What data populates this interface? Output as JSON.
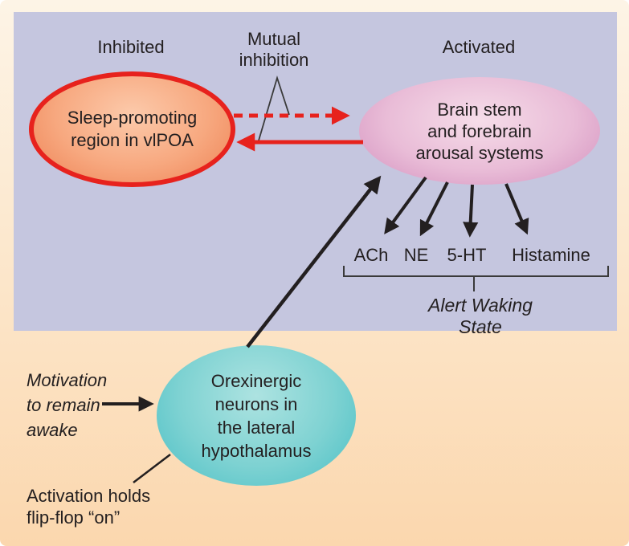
{
  "colors": {
    "page_bg_top": "#fdf4e6",
    "page_bg_bottom": "#fbd7ae",
    "panel_bg": "#c5c6df",
    "inhibition_red": "#e7221d",
    "diagram_black": "#231f20",
    "sleep_node_fill": "#f7a87f",
    "arousal_node_fill": "#e2aed0",
    "orexin_node_fill": "#5fc8cb"
  },
  "labels": {
    "inhibited": "Inhibited",
    "mutual_inhibition": "Mutual\ninhibition",
    "activated": "Activated",
    "alert_waking_state": "Alert Waking State"
  },
  "nodes": {
    "sleep_region": "Sleep-promoting\nregion in vlPOA",
    "arousal_systems": "Brain stem\nand forebrain\narousal systems",
    "orexin_neurons": "Orexinergic\nneurons in\nthe lateral\nhypothalamus"
  },
  "neurotransmitters": [
    "ACh",
    "NE",
    "5-HT",
    "Histamine"
  ],
  "annotations": {
    "motivation": "Motivation\nto remain\nawake",
    "activation": "Activation holds\nflip-flop “on”"
  }
}
